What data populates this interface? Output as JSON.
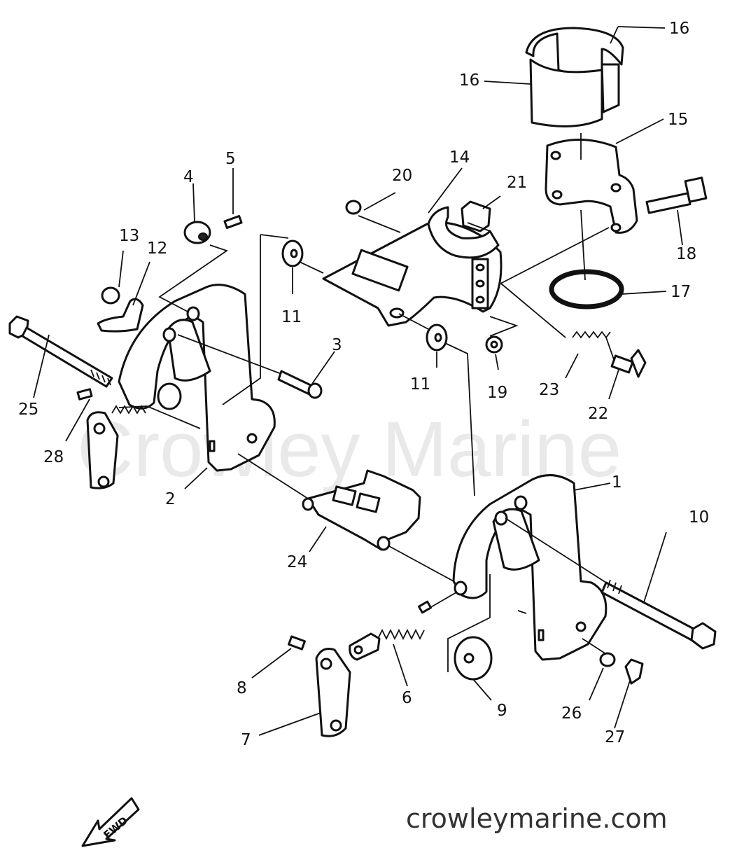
{
  "watermark": "Crowley Marine",
  "footer_url": "crowleymarine.com",
  "fwd_label": "FWD",
  "callouts": [
    {
      "id": "c1",
      "label": "1"
    },
    {
      "id": "c2",
      "label": "2"
    },
    {
      "id": "c3",
      "label": "3"
    },
    {
      "id": "c4",
      "label": "4"
    },
    {
      "id": "c5",
      "label": "5"
    },
    {
      "id": "c6",
      "label": "6"
    },
    {
      "id": "c7",
      "label": "7"
    },
    {
      "id": "c8",
      "label": "8"
    },
    {
      "id": "c9",
      "label": "9"
    },
    {
      "id": "c10",
      "label": "10"
    },
    {
      "id": "c11a",
      "label": "11"
    },
    {
      "id": "c11b",
      "label": "11"
    },
    {
      "id": "c12",
      "label": "12"
    },
    {
      "id": "c13",
      "label": "13"
    },
    {
      "id": "c14",
      "label": "14"
    },
    {
      "id": "c15",
      "label": "15"
    },
    {
      "id": "c16a",
      "label": "16"
    },
    {
      "id": "c16b",
      "label": "16"
    },
    {
      "id": "c17",
      "label": "17"
    },
    {
      "id": "c18",
      "label": "18"
    },
    {
      "id": "c19",
      "label": "19"
    },
    {
      "id": "c20",
      "label": "20"
    },
    {
      "id": "c21",
      "label": "21"
    },
    {
      "id": "c22",
      "label": "22"
    },
    {
      "id": "c23",
      "label": "23"
    },
    {
      "id": "c24",
      "label": "24"
    },
    {
      "id": "c25",
      "label": "25"
    },
    {
      "id": "c26",
      "label": "26"
    },
    {
      "id": "c27",
      "label": "27"
    },
    {
      "id": "c28",
      "label": "28"
    }
  ]
}
